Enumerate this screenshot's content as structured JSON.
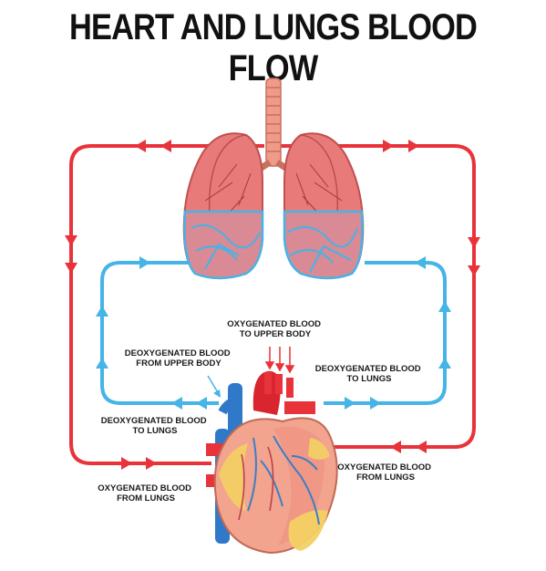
{
  "title": "HEART AND LUNGS BLOOD FLOW",
  "labels": {
    "oxygenated_upper": [
      "OXYGENATED BLOOD",
      "TO UPPER BODY"
    ],
    "deoxygenated_from_upper": [
      "DEOXYGENATED BLOOD",
      "FROM UPPER BODY"
    ],
    "deoxygenated_to_lungs_right": [
      "DEOXYGENATED BLOOD",
      "TO LUNGS"
    ],
    "deoxygenated_to_lungs_left": [
      "DEOXYGENATED BLOOD",
      "TO LUNGS"
    ],
    "oxygenated_from_lungs_right": [
      "OXYGENATED BLOOD",
      "FROM LUNGS"
    ],
    "oxygenated_from_lungs_left": [
      "OXYGENATED BLOOD",
      "FROM LUNGS"
    ]
  },
  "colors": {
    "oxygenated": "#e8333a",
    "deoxygenated": "#45b4e6",
    "lung": "#e87a7a",
    "heart": "#f2a48f"
  }
}
